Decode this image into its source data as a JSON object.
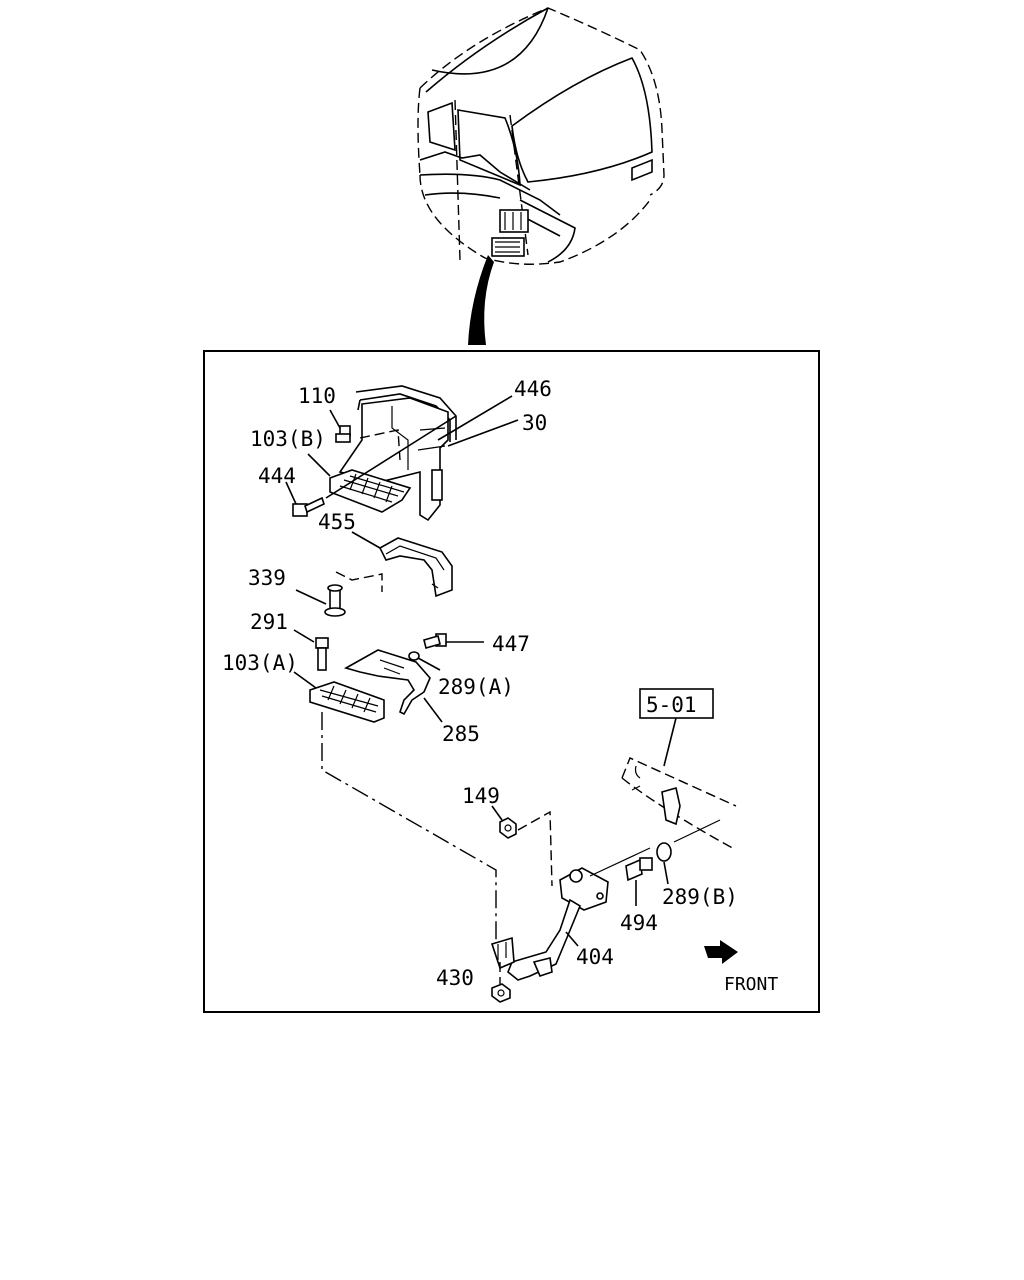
{
  "diagram": {
    "labels": {
      "p110": "110",
      "p446": "446",
      "p30": "30",
      "p103b": "103(B)",
      "p444": "444",
      "p455": "455",
      "p339": "339",
      "p291": "291",
      "p447": "447",
      "p103a": "103(A)",
      "p289a": "289(A)",
      "p285": "285",
      "ref": "5-01",
      "p149": "149",
      "p289b": "289(B)",
      "p494": "494",
      "p404": "404",
      "p430": "430",
      "front": "FRONT"
    }
  }
}
